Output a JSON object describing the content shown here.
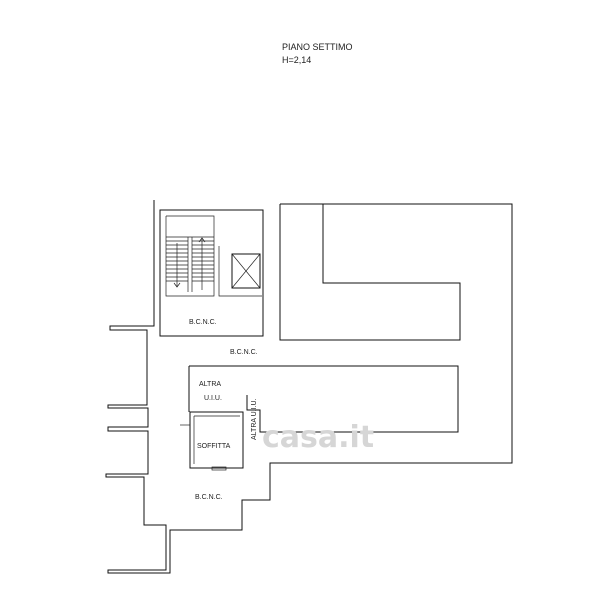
{
  "header": {
    "floor_title": "PIANO SETTIMO",
    "height_note": "H=2,14"
  },
  "rooms": {
    "bcnc_stair": "B.C.N.C.",
    "bcnc_corridor": "B.C.N.C.",
    "bcnc_lower": "B.C.N.C.",
    "altra_uiu_top": "ALTRA",
    "altra_uiu_bottom": "U.I.U.",
    "altra_uiu_vertical": "ALTRA U.I.U.",
    "soffitta": "SOFFITTA"
  },
  "watermark": {
    "text": "casa.it"
  }
}
